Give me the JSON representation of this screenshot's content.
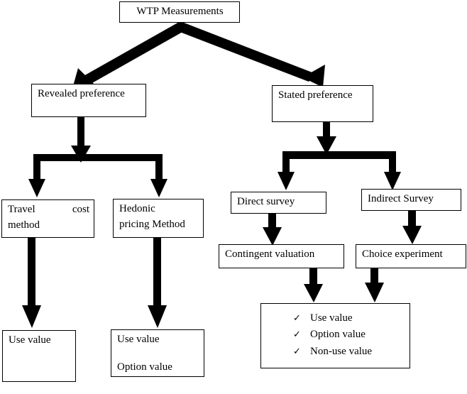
{
  "diagram": {
    "title": "WTP Measurements",
    "type": "flowchart",
    "background_color": "#ffffff",
    "line_color": "#000000",
    "text_color": "#000000",
    "root": {
      "id": "wtp-measurements",
      "label": "WTP Measurements"
    },
    "branches": {
      "revealed": {
        "label": "Revealed preference",
        "methods": [
          {
            "id": "travel-cost-method",
            "line1_left": "Travel",
            "line1_right": "cost",
            "line2": "method",
            "outcome": {
              "id": "use-value-travel",
              "lines": [
                "Use value"
              ]
            }
          },
          {
            "id": "hedonic-pricing-method",
            "line1": "Hedonic",
            "line2": "pricing Method",
            "outcome": {
              "id": "use-option-value-hedonic",
              "lines": [
                "Use value",
                "Option value"
              ]
            }
          }
        ]
      },
      "stated": {
        "label": "Stated preference",
        "methods": [
          {
            "id": "direct-survey",
            "label": "Direct survey",
            "child": {
              "id": "contingent-valuation",
              "label": "Contingent valuation"
            }
          },
          {
            "id": "indirect-survey",
            "label": "Indirect Survey",
            "child": {
              "id": "choice-experiment",
              "label": "Choice experiment"
            }
          }
        ],
        "shared_outcome": {
          "id": "stated-values",
          "tick_glyph": "✓",
          "items": [
            "Use value",
            "Option value",
            "Non-use value"
          ]
        }
      }
    }
  }
}
